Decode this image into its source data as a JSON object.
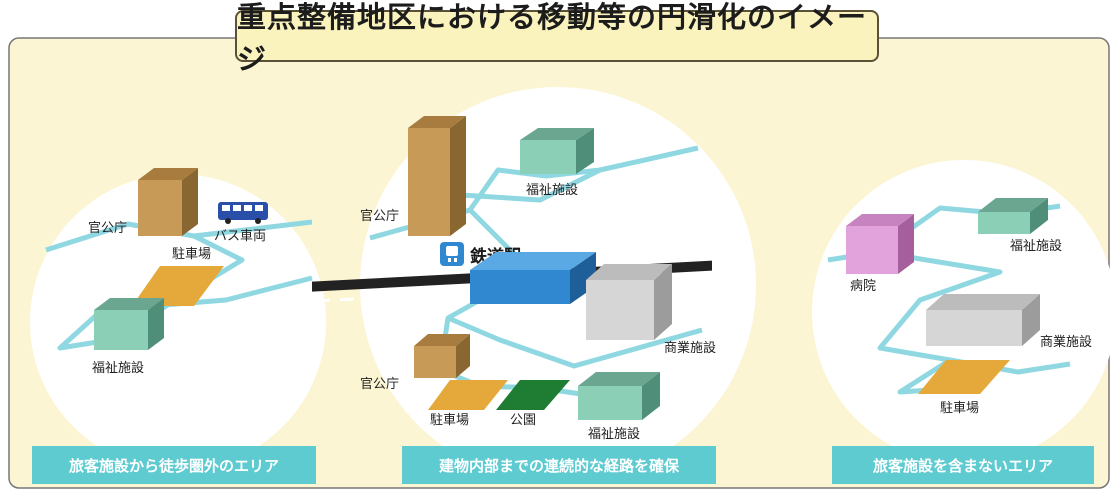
{
  "title": "重点整備地区における移動等の円滑化のイメージ",
  "left_area": {
    "labels": {
      "office": "官公庁",
      "bus": "バス車両",
      "parking": "駐車場",
      "welfare": "福祉施設"
    },
    "caption": "旅客施設から徒歩圏外のエリア"
  },
  "center_area": {
    "labels": {
      "office_top": "官公庁",
      "welfare_top": "福祉施設",
      "station": "鉄道駅",
      "commercial": "商業施設",
      "office_bottom": "官公庁",
      "parking": "駐車場",
      "park": "公園",
      "welfare_bottom": "福祉施設"
    },
    "caption": "建物内部までの連続的な経路を確保"
  },
  "right_area": {
    "labels": {
      "hospital": "病院",
      "welfare": "福祉施設",
      "commercial": "商業施設",
      "parking": "駐車場"
    },
    "caption": "旅客施設を含まないエリア"
  },
  "colors": {
    "panel": "#fcf5d3",
    "route": "#8fd8e2",
    "caption_bg": "#5ecbd1",
    "tan": "#c79a58",
    "teal": "#8bcfb6",
    "gray": "#d6d6d6",
    "pink": "#e2a3dc",
    "station_blue": "#2f88d0",
    "parking": "#e4a93a",
    "park": "#1e7c33"
  }
}
